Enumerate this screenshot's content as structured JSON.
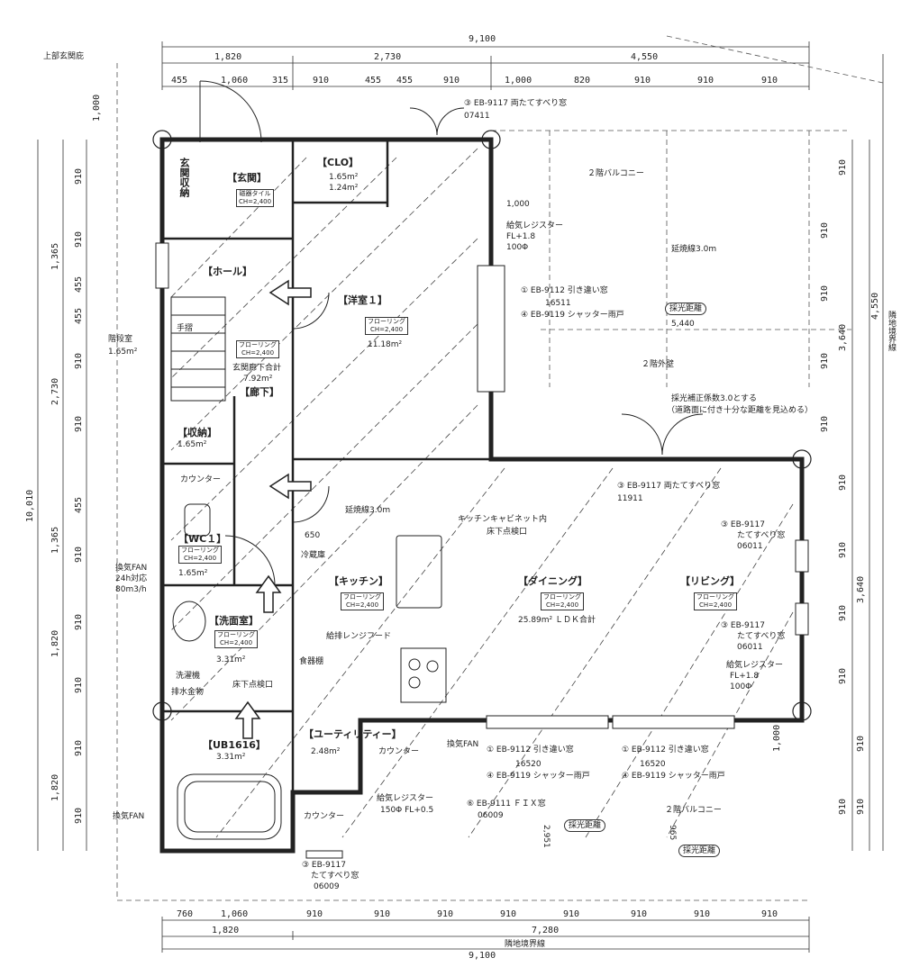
{
  "dims_top": {
    "total": "9,100",
    "row2": [
      "1,820",
      "2,730",
      "4,550"
    ],
    "row3": [
      "455",
      "1,060",
      "315",
      "910",
      "455",
      "455",
      "910",
      "1,000",
      "820",
      "910",
      "910",
      "910"
    ]
  },
  "dims_bottom": {
    "row1": [
      "760",
      "1,060",
      "910",
      "910",
      "910",
      "910",
      "910",
      "910",
      "910",
      "910"
    ],
    "row2": [
      "1,820",
      "7,280"
    ],
    "total": "9,100",
    "boundary": "隣地境界線"
  },
  "dims_left": {
    "total": "10,010",
    "row2": [
      "1,365",
      "2,730",
      "1,365",
      "1,820",
      "1,820"
    ],
    "row3": [
      "910",
      "910",
      "455",
      "455",
      "910",
      "910",
      "455",
      "910",
      "910",
      "910",
      "910",
      "910"
    ],
    "entry": "1,000"
  },
  "dims_right": {
    "row1": [
      "910",
      "910",
      "910",
      "910",
      "910",
      "910",
      "910",
      "910",
      "910",
      "910",
      "910",
      "910"
    ],
    "row2": [
      "3,640",
      "3,640",
      "1,000"
    ],
    "row3": "4,550",
    "boundary": "隣地境界線"
  },
  "rooms": {
    "entrance": "【玄関】",
    "entrance_storage": "玄関収納",
    "clo": "【CLO】",
    "clo_area1": "1.65m²",
    "clo_area2": "1.24m²",
    "hall": "【ホール】",
    "western1": "【洋室１】",
    "western1_area": "11.18m²",
    "stairs": "階段室",
    "stairs_area": "1.65m²",
    "handrail": "手摺",
    "corridor": "【廊下】",
    "corridor_total": "玄関廊下合計",
    "corridor_area": "7.92m²",
    "storage": "【収納】",
    "storage_area": "1.65m²",
    "counter": "カウンター",
    "wc": "【WC１】",
    "wc_area": "1.65m²",
    "washroom": "【洗面室】",
    "washroom_area": "3.31m²",
    "washer": "洗濯機",
    "drain": "排水金物",
    "underfloor": "床下点検口",
    "ub": "【UB1616】",
    "ub_area": "3.31m²",
    "kitchen": "【キッチン】",
    "fridge": "冷蔵庫",
    "range_hood": "給排レンジフード",
    "pantry": "食器棚",
    "dining": "【ダイニング】",
    "living": "【リビング】",
    "ldk_total": "25.89m² ＬＤＫ合計",
    "utility": "【ユーティリティー】",
    "utility_area": "2.48m²",
    "counter2": "カウンター",
    "counter3": "カウンター"
  },
  "finishes": {
    "tile": "磁器タイル",
    "ch": "CH=2,400",
    "flooring": "フローリング"
  },
  "notes": {
    "upper_entrance": "上部玄関庇",
    "win_top": "③ EB-9117 両たてすべり窓",
    "win_top_code": "07411",
    "balcony_2f": "２階バルコニー",
    "balcony_dim": "1,000",
    "vent1": "給気レジスター",
    "vent1_fl": "FL+1.8",
    "vent1_dia": "100Φ",
    "fire_line": "延焼線3.0m",
    "win_w1_a": "① EB-9112 引き違い窓",
    "win_w1_code": "16511",
    "win_w1_b": "④ EB-9119 シャッター雨戸",
    "light_dist": "採光距離",
    "light_dist_val": "5,440",
    "ext_wall_2f": "２階外壁",
    "light_coef1": "採光補正係数3.0とする",
    "light_coef2": "（道路面に付き十分な距離を見込める）",
    "win_mid": "③ EB-9117 両たてすべり窓",
    "win_mid_code": "11911",
    "fire_line2": "延焼線3.0m",
    "kitchen_cab1": "キッチンキャビネット内",
    "kitchen_cab2": "床下点検口",
    "dim_650": "650",
    "win_r1": "③ EB-9117",
    "win_r1_b": "たてすべり窓",
    "win_r1_code": "06011",
    "win_r2": "③ EB-9117",
    "win_r2_b": "たてすべり窓",
    "win_r2_code": "06011",
    "vent2": "給気レジスター",
    "vent2_fl": "FL+1.8",
    "vent2_dia": "100Φ",
    "fan1": "換気FAN",
    "fan1_24h": "24h対応",
    "fan1_rate": "80m3/h",
    "fan2": "換気FAN",
    "fan3": "換気FAN",
    "win_b1_a": "① EB-9112 引き違い窓",
    "win_b1_code": "16520",
    "win_b1_b": "④ EB-9119 シャッター雨戸",
    "win_b2_a": "① EB-9112 引き違い窓",
    "win_b2_code": "16520",
    "win_b2_b": "④ EB-9119 シャッター雨戸",
    "vent3": "給気レジスター",
    "vent3_spec": "150Φ FL+0.5",
    "win_fix": "⑥ EB-9111 ＦＩＸ窓",
    "win_fix_code": "06009",
    "balcony_2f_b": "２階バルコニー",
    "light_dist_b1": "採光距離",
    "light_dist_b2": "採光距離",
    "dim_2951": "2,951",
    "dim_965": "965",
    "win_ub": "③ EB-9117",
    "win_ub_b": "たてすべり窓",
    "win_ub_code": "06009"
  }
}
